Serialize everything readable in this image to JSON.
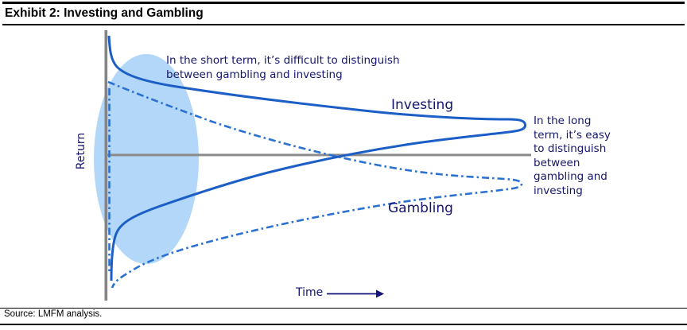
{
  "exhibit": {
    "title": "Exhibit 2: Investing and Gambling"
  },
  "footer": {
    "source": "Source: LMFM analysis."
  },
  "chart": {
    "y_axis_label": "Return",
    "x_axis_label": "Time",
    "labels": {
      "investing": "Investing",
      "gambling": "Gambling"
    },
    "annotations": {
      "short_term": {
        "lines": [
          "In the short term, it’s difficult to distinguish",
          "between gambling and investing"
        ]
      },
      "long_term": {
        "lines": [
          "In the long",
          "term, it’s easy",
          "to distinguish",
          "between",
          "gambling and",
          "investing"
        ]
      }
    },
    "colors": {
      "investing_curve": "#1a5ec6",
      "gambling_curve": "#2a71d2",
      "highlight_ellipse": "#b3d7f8",
      "axis_gray": "#848484",
      "text_navy": "#15156d",
      "rules_black": "#000000"
    }
  },
  "chart_data": {
    "type": "line",
    "title": "Exhibit 2: Investing and Gambling",
    "xlabel": "Time",
    "ylabel": "Return",
    "grid": false,
    "axes_numeric": false,
    "x_range_conceptual": [
      "short term",
      "long term"
    ],
    "y_zero_line": true,
    "series": [
      {
        "name": "Investing",
        "line_style": "solid",
        "shape": "funnel of possible returns, wide at short term converging to a point in the long term",
        "short_term_return_spread": [
          1.1,
          -1.15
        ],
        "long_term_return": 0.27
      },
      {
        "name": "Gambling",
        "line_style": "dash-dot",
        "shape": "funnel of possible returns, wide at short term converging to a point in the long term",
        "short_term_return_spread": [
          0.68,
          -1.25
        ],
        "long_term_return": -0.27
      }
    ],
    "annotations": [
      {
        "text": "In the short term, it’s difficult to distinguish between gambling and investing",
        "position": "top-left of plot"
      },
      {
        "text": "In the long term, it’s easy to distinguish between gambling and investing",
        "position": "right of plot"
      }
    ],
    "highlight": {
      "type": "ellipse",
      "meaning": "short-term region where investing and gambling overlap",
      "color": "#b3d7f8"
    },
    "source": "Source: LMFM analysis."
  }
}
